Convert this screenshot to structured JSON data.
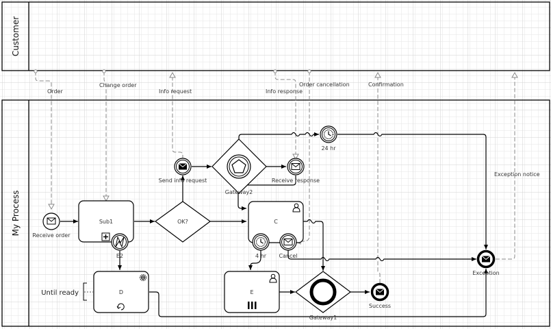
{
  "pools": [
    {
      "id": "customer",
      "label": "Customer"
    },
    {
      "id": "process",
      "label": "My Process"
    }
  ],
  "message_flows": {
    "order": "Order",
    "change_order": "Change order",
    "info_request": "Info request",
    "info_response": "Info response",
    "order_cancellation": "Order cancellation",
    "confirmation": "Confirmation",
    "exception_notice": "Exception notice"
  },
  "events": {
    "receive_order": "Receive order",
    "send_info_request": "Send info request",
    "receive_response": "Receive response",
    "timer_24hr": "24 hr",
    "timer_4hr": "4 hr",
    "cancel": "Cancel",
    "e2": "E2",
    "exception": "Exception",
    "success": "Success"
  },
  "tasks": {
    "sub1": "Sub1",
    "c": "C",
    "d": "D",
    "e": "E"
  },
  "gateways": {
    "ok": "OK?",
    "gateway1": "Gateway1",
    "gateway2": "Gateway2"
  },
  "annotations": {
    "until_ready": "Until ready"
  },
  "colors": {
    "grid_minor": "#e4e4e4",
    "grid_major": "#cfcfcf",
    "stroke": "#000000",
    "message_flow": "#888888"
  }
}
